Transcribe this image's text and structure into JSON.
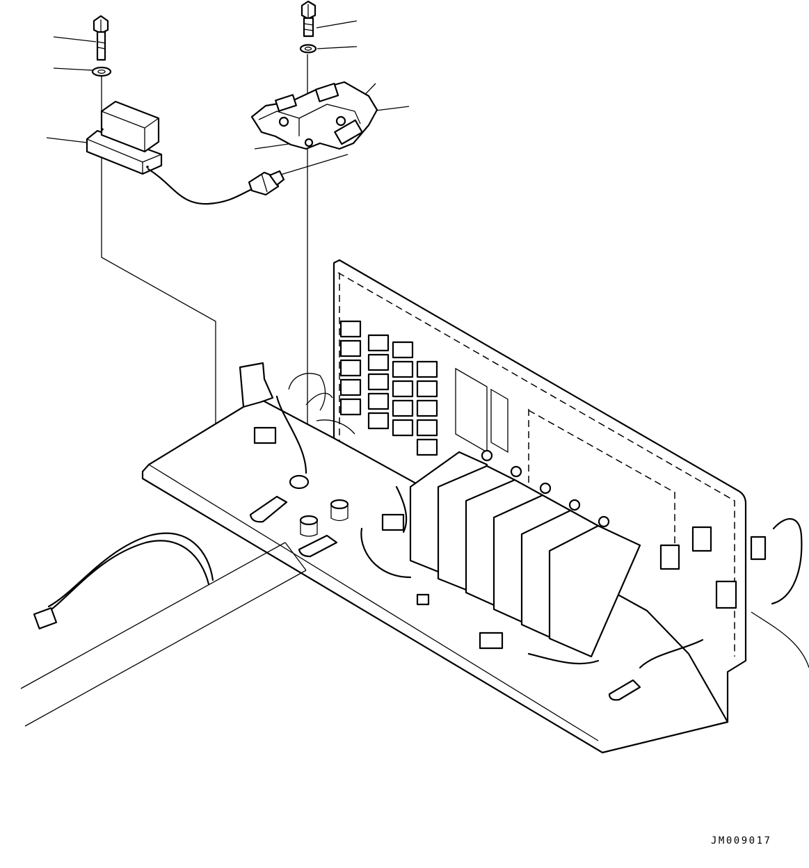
{
  "drawing_code": "JM009017",
  "parts": [
    {
      "id": "bolt-left",
      "kind": "bolt"
    },
    {
      "id": "washer-left",
      "kind": "washer"
    },
    {
      "id": "controller-unit",
      "kind": "electronic module with harness and connector"
    },
    {
      "id": "bolt-right",
      "kind": "bolt"
    },
    {
      "id": "washer-right",
      "kind": "washer"
    },
    {
      "id": "relay-bracket",
      "kind": "bracket with relays"
    },
    {
      "id": "electrical-panel",
      "kind": "fuse and relay box assembly"
    }
  ]
}
